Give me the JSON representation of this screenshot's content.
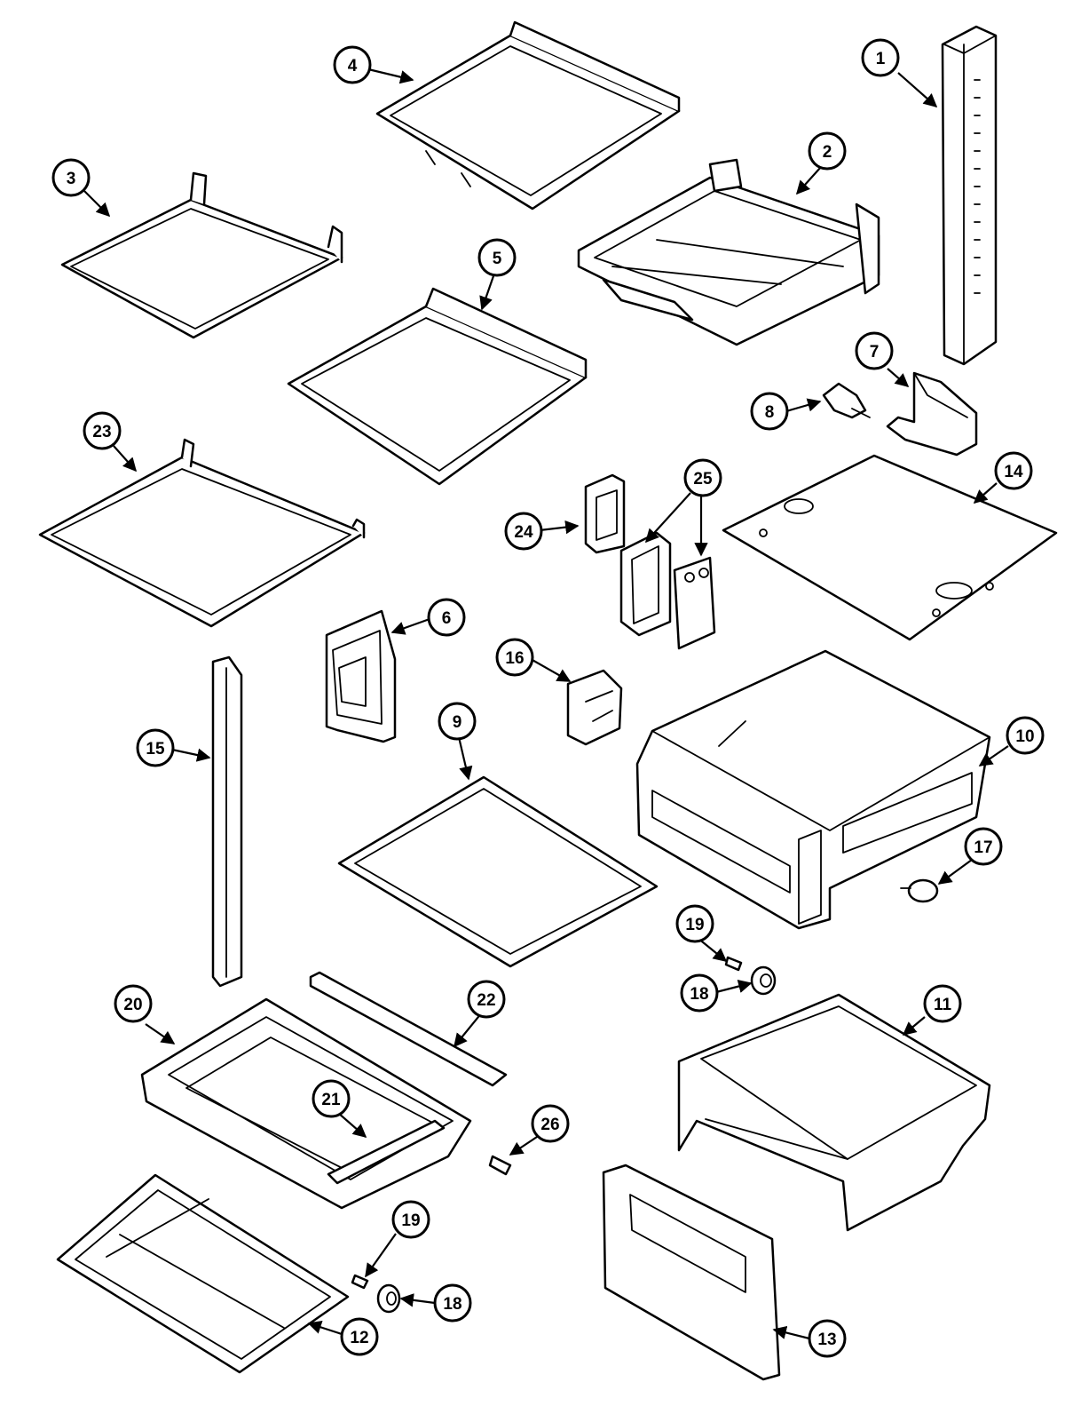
{
  "callouts": [
    "1",
    "2",
    "3",
    "4",
    "5",
    "6",
    "7",
    "8",
    "9",
    "10",
    "11",
    "12",
    "13",
    "14",
    "15",
    "16",
    "17",
    "18",
    "18",
    "19",
    "19",
    "20",
    "21",
    "22",
    "23",
    "24",
    "25",
    "26"
  ],
  "colors": {
    "line": "#000000",
    "background": "#ffffff"
  }
}
